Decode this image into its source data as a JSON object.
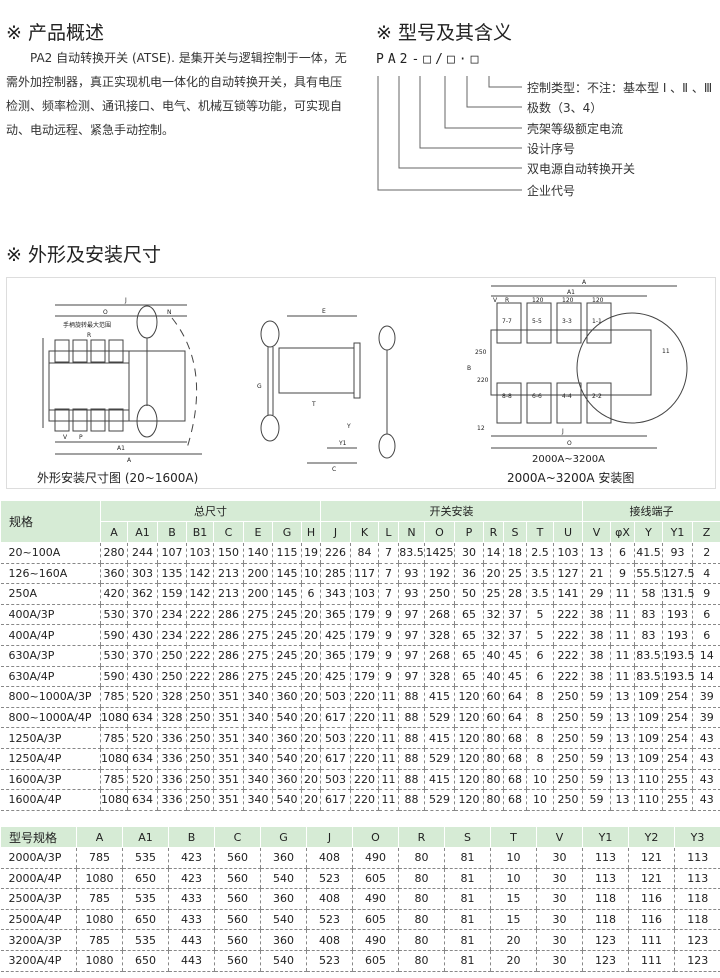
{
  "overview": {
    "title": "※ 产品概述",
    "text": "PA2 自动转换开关 (ATSE). 是集开关与逻辑控制于一体，无需外加控制器，真正实现机电一体化的自动转换开关，具有电压检测、频率检测、通讯接口、电气、机械互锁等功能，可实现自动、电动远程、紧急手动控制。"
  },
  "model": {
    "title": "※ 型号及其含义",
    "code": "PA2-□/□·□",
    "items": [
      "控制类型：不注：基本型 Ⅰ 、Ⅱ 、Ⅲ",
      "极数（3、4）",
      "壳架等级额定电流",
      "设计序号",
      "双电源自动转换开关",
      "企业代号"
    ]
  },
  "dimensions": {
    "title": "※ 外形及安装尺寸",
    "caption_left": "外形安装尺寸图 (20~1600A)",
    "caption_right_small": "2000A~3200A",
    "caption_right": "2000A~3200A 安装图",
    "labels": {
      "handle": "手柄旋转最大范围",
      "J": "J",
      "O": "O",
      "N": "N",
      "A": "A",
      "A1": "A1",
      "R": "R",
      "V": "V",
      "P": "P",
      "E": "E",
      "C": "C",
      "Y": "Y",
      "Y1": "Y1",
      "T": "T",
      "G": "G",
      "B": "B",
      "s250": "250",
      "s220": "220",
      "s120": "120",
      "s12": "12",
      "s11": "11",
      "t77": "7-7",
      "t55": "5-5",
      "t33": "3-3",
      "t11": "1-1",
      "t88": "8-8",
      "t66": "6-6",
      "t44": "4-4",
      "t22": "2-2"
    }
  },
  "table1": {
    "spec_label": "规格",
    "groups": [
      "总尺寸",
      "开关安装",
      "接线端子"
    ],
    "columns": [
      "A",
      "A1",
      "B",
      "B1",
      "C",
      "E",
      "G",
      "H",
      "J",
      "K",
      "L",
      "N",
      "O",
      "P",
      "R",
      "S",
      "T",
      "U",
      "V",
      "φX",
      "Y",
      "Y1",
      "Z"
    ],
    "rows": [
      [
        "20~100A",
        "280",
        "244",
        "107",
        "103",
        "150",
        "140",
        "115",
        "19",
        "226",
        "84",
        "7",
        "83.5",
        "1425",
        "30",
        "14",
        "18",
        "2.5",
        "103",
        "13",
        "6",
        "41.5",
        "93",
        "2"
      ],
      [
        "126~160A",
        "360",
        "303",
        "135",
        "142",
        "213",
        "200",
        "145",
        "10",
        "285",
        "117",
        "7",
        "93",
        "192",
        "36",
        "20",
        "25",
        "3.5",
        "127",
        "21",
        "9",
        "55.5",
        "127.5",
        "4"
      ],
      [
        "250A",
        "420",
        "362",
        "159",
        "142",
        "213",
        "200",
        "145",
        "6",
        "343",
        "103",
        "7",
        "93",
        "250",
        "50",
        "25",
        "28",
        "3.5",
        "141",
        "29",
        "11",
        "58",
        "131.5",
        "9"
      ],
      [
        "400A/3P",
        "530",
        "370",
        "234",
        "222",
        "286",
        "275",
        "245",
        "20",
        "365",
        "179",
        "9",
        "97",
        "268",
        "65",
        "32",
        "37",
        "5",
        "222",
        "38",
        "11",
        "83",
        "193",
        "6"
      ],
      [
        "400A/4P",
        "590",
        "430",
        "234",
        "222",
        "286",
        "275",
        "245",
        "20",
        "425",
        "179",
        "9",
        "97",
        "328",
        "65",
        "32",
        "37",
        "5",
        "222",
        "38",
        "11",
        "83",
        "193",
        "6"
      ],
      [
        "630A/3P",
        "530",
        "370",
        "250",
        "222",
        "286",
        "275",
        "245",
        "20",
        "365",
        "179",
        "9",
        "97",
        "268",
        "65",
        "40",
        "45",
        "6",
        "222",
        "38",
        "11",
        "83.5",
        "193.5",
        "14"
      ],
      [
        "630A/4P",
        "590",
        "430",
        "250",
        "222",
        "286",
        "275",
        "245",
        "20",
        "425",
        "179",
        "9",
        "97",
        "328",
        "65",
        "40",
        "45",
        "6",
        "222",
        "38",
        "11",
        "83.5",
        "193.5",
        "14"
      ],
      [
        "800~1000A/3P",
        "785",
        "520",
        "328",
        "250",
        "351",
        "340",
        "360",
        "20",
        "503",
        "220",
        "11",
        "88",
        "415",
        "120",
        "60",
        "64",
        "8",
        "250",
        "59",
        "13",
        "109",
        "254",
        "39"
      ],
      [
        "800~1000A/4P",
        "1080",
        "634",
        "328",
        "250",
        "351",
        "340",
        "540",
        "20",
        "617",
        "220",
        "11",
        "88",
        "529",
        "120",
        "60",
        "64",
        "8",
        "250",
        "59",
        "13",
        "109",
        "254",
        "39"
      ],
      [
        "1250A/3P",
        "785",
        "520",
        "336",
        "250",
        "351",
        "340",
        "360",
        "20",
        "503",
        "220",
        "11",
        "88",
        "415",
        "120",
        "80",
        "68",
        "8",
        "250",
        "59",
        "13",
        "109",
        "254",
        "43"
      ],
      [
        "1250A/4P",
        "1080",
        "634",
        "336",
        "250",
        "351",
        "340",
        "540",
        "20",
        "617",
        "220",
        "11",
        "88",
        "529",
        "120",
        "80",
        "68",
        "8",
        "250",
        "59",
        "13",
        "109",
        "254",
        "43"
      ],
      [
        "1600A/3P",
        "785",
        "520",
        "336",
        "250",
        "351",
        "340",
        "360",
        "20",
        "503",
        "220",
        "11",
        "88",
        "415",
        "120",
        "80",
        "68",
        "10",
        "250",
        "59",
        "13",
        "110",
        "255",
        "43"
      ],
      [
        "1600A/4P",
        "1080",
        "634",
        "336",
        "250",
        "351",
        "340",
        "540",
        "20",
        "617",
        "220",
        "11",
        "88",
        "529",
        "120",
        "80",
        "68",
        "10",
        "250",
        "59",
        "13",
        "110",
        "255",
        "43"
      ]
    ]
  },
  "table2": {
    "columns": [
      "型号规格",
      "A",
      "A1",
      "B",
      "C",
      "G",
      "J",
      "O",
      "R",
      "S",
      "T",
      "V",
      "Y1",
      "Y2",
      "Y3"
    ],
    "rows": [
      [
        "2000A/3P",
        "785",
        "535",
        "423",
        "560",
        "360",
        "408",
        "490",
        "80",
        "81",
        "10",
        "30",
        "113",
        "121",
        "113"
      ],
      [
        "2000A/4P",
        "1080",
        "650",
        "423",
        "560",
        "540",
        "523",
        "605",
        "80",
        "81",
        "10",
        "30",
        "113",
        "121",
        "113"
      ],
      [
        "2500A/3P",
        "785",
        "535",
        "433",
        "560",
        "360",
        "408",
        "490",
        "80",
        "81",
        "15",
        "30",
        "118",
        "116",
        "118"
      ],
      [
        "2500A/4P",
        "1080",
        "650",
        "433",
        "560",
        "540",
        "523",
        "605",
        "80",
        "81",
        "15",
        "30",
        "118",
        "116",
        "118"
      ],
      [
        "3200A/3P",
        "785",
        "535",
        "443",
        "560",
        "360",
        "408",
        "490",
        "80",
        "81",
        "20",
        "30",
        "123",
        "111",
        "123"
      ],
      [
        "3200A/4P",
        "1080",
        "650",
        "443",
        "560",
        "540",
        "523",
        "605",
        "80",
        "81",
        "20",
        "30",
        "123",
        "111",
        "123"
      ]
    ]
  }
}
